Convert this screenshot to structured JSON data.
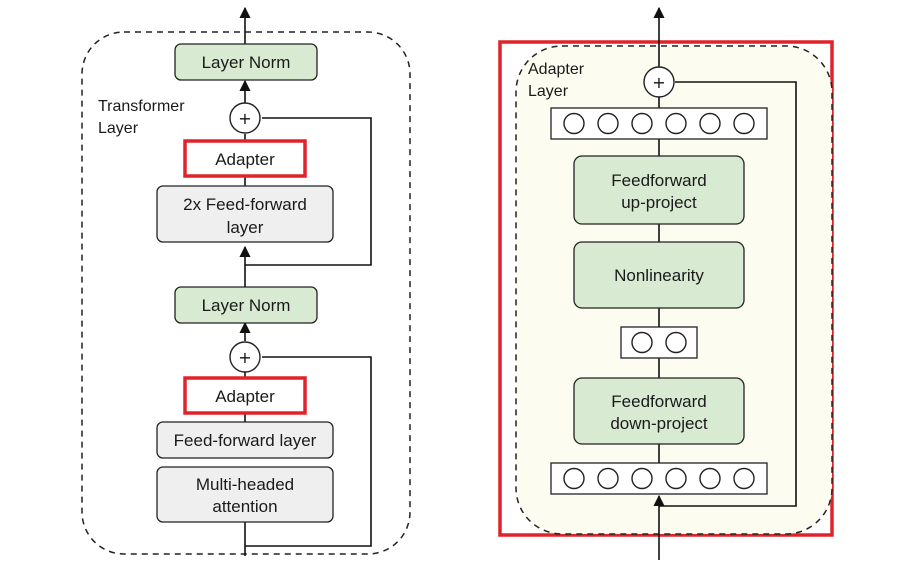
{
  "colors": {
    "green_fill": "#d9ead3",
    "gray_fill": "#efefef",
    "adapter_border": "#e0232a",
    "panel_fill": "#fdfcf0",
    "line": "#111111"
  },
  "transformer": {
    "caption_line1": "Transformer",
    "caption_line2": "Layer",
    "top_norm": "Layer Norm",
    "top_adapter": "Adapter",
    "ff_line1": "2x Feed-forward",
    "ff_line2": "layer",
    "mid_norm": "Layer Norm",
    "bottom_adapter": "Adapter",
    "ffl": "Feed-forward layer",
    "mha_line1": "Multi-headed",
    "mha_line2": "attention",
    "plus_symbol": "+"
  },
  "adapter": {
    "caption_line1": "Adapter",
    "caption_line2": "Layer",
    "up_line1": "Feedforward",
    "up_line2": "up-project",
    "nonlinearity": "Nonlinearity",
    "down_line1": "Feedforward",
    "down_line2": "down-project",
    "plus_symbol": "+",
    "top_units": 6,
    "middle_units": 2,
    "bottom_units": 6
  }
}
